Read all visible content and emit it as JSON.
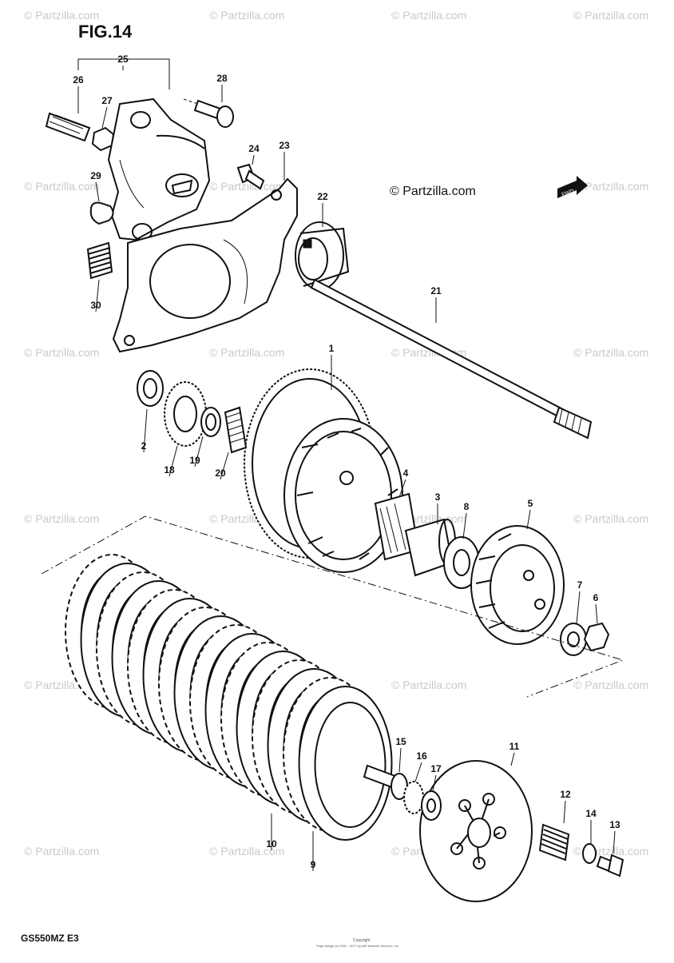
{
  "figure": {
    "title": "FIG.14",
    "model_code": "GS550MZ  E3",
    "watermark": "© Partzilla.com",
    "center_watermark": "© Partzilla.com",
    "arrow_label": "FWD",
    "footer_line1": "Copyright",
    "footer_line2": "Page design (c) 2001 - 2017 by ARI Network Services, Inc."
  },
  "callouts": [
    "1",
    "2",
    "3",
    "4",
    "5",
    "6",
    "7",
    "8",
    "9",
    "10",
    "11",
    "12",
    "13",
    "14",
    "15",
    "16",
    "17",
    "18",
    "19",
    "20",
    "21",
    "22",
    "23",
    "24",
    "25",
    "26",
    "27",
    "28",
    "29",
    "30"
  ],
  "colors": {
    "ink": "#111111",
    "watermark": "#c9c9c9",
    "paper": "#ffffff"
  }
}
